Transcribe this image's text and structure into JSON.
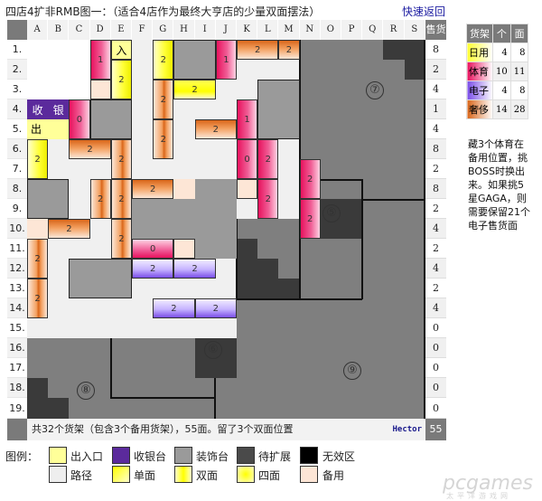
{
  "header": {
    "title": "四店4扩非RMB图一：（适合4店作为最终大亨店的少量双面摆法）",
    "back_link": "快速返回"
  },
  "grid": {
    "columns": [
      "A",
      "B",
      "C",
      "D",
      "E",
      "F",
      "G",
      "H",
      "I",
      "J",
      "K",
      "L",
      "M",
      "N",
      "O",
      "P",
      "Q",
      "R",
      "S"
    ],
    "sales_header": "售货",
    "rows": [
      "1.",
      "2.",
      "3.",
      "4.",
      "5.",
      "6.",
      "7.",
      "8.",
      "9.",
      "10.",
      "11.",
      "12.",
      "13.",
      "14.",
      "15.",
      "16.",
      "17.",
      "18.",
      "19."
    ],
    "row_sales": [
      "8",
      "2",
      "4",
      "1",
      "4",
      "8",
      "2",
      "8",
      "2",
      "4",
      "2",
      "4",
      "2",
      "4",
      "0",
      "0",
      "0",
      "0",
      "0"
    ],
    "labels": {
      "entrance": "入",
      "exit": "出",
      "cashier_1": "收",
      "cashier_2": "银"
    },
    "zones": {
      "z5": "⑤",
      "z6": "⑥",
      "z7": "⑦",
      "z8": "⑧",
      "z9": "⑨"
    },
    "shelves": [
      {
        "id": "s1",
        "type": "pink",
        "value": "1"
      },
      {
        "id": "s2",
        "type": "yellow",
        "value": "2"
      },
      {
        "id": "s3",
        "type": "yellow",
        "value": "2"
      },
      {
        "id": "s4",
        "type": "pink",
        "value": "1"
      },
      {
        "id": "s5",
        "type": "orange",
        "value": "2"
      },
      {
        "id": "s6",
        "type": "orange",
        "value": "2"
      },
      {
        "id": "s7",
        "type": "orange",
        "value": "2"
      },
      {
        "id": "s8",
        "type": "yellow",
        "value": "2"
      },
      {
        "id": "s9",
        "type": "pink",
        "value": "0"
      },
      {
        "id": "s10",
        "type": "orange",
        "value": "2"
      },
      {
        "id": "s11",
        "type": "orange",
        "value": "2"
      },
      {
        "id": "s12",
        "type": "pink",
        "value": "1"
      },
      {
        "id": "s13",
        "type": "yellow",
        "value": "2"
      },
      {
        "id": "s14",
        "type": "orange",
        "value": "2"
      },
      {
        "id": "s15",
        "type": "orange",
        "value": "2"
      },
      {
        "id": "s16",
        "type": "pink",
        "value": "0"
      },
      {
        "id": "s17",
        "type": "pink",
        "value": "2"
      },
      {
        "id": "s18",
        "type": "orange",
        "value": "2"
      },
      {
        "id": "s19",
        "type": "orange",
        "value": "2"
      },
      {
        "id": "s20",
        "type": "orange",
        "value": "2"
      },
      {
        "id": "s21",
        "type": "pink",
        "value": "2"
      },
      {
        "id": "s22",
        "type": "pink",
        "value": "2"
      },
      {
        "id": "s23",
        "type": "pink",
        "value": "2"
      },
      {
        "id": "s24",
        "type": "orange",
        "value": "2"
      },
      {
        "id": "s25",
        "type": "orange",
        "value": "2"
      },
      {
        "id": "s26",
        "type": "orange",
        "value": "2"
      },
      {
        "id": "s27",
        "type": "pink",
        "value": "0"
      },
      {
        "id": "s28",
        "type": "purple",
        "value": "2"
      },
      {
        "id": "s29",
        "type": "purple",
        "value": "2"
      },
      {
        "id": "s30",
        "type": "orange",
        "value": "2"
      },
      {
        "id": "s31",
        "type": "purple",
        "value": "2"
      },
      {
        "id": "s32",
        "type": "purple",
        "value": "2"
      }
    ],
    "footer_text": "共32个货架（包含3个备用货架），55面。留了3个双面位置",
    "author": "Hector",
    "total": "55"
  },
  "summary": {
    "headers": [
      "货架",
      "个",
      "面"
    ],
    "rows": [
      {
        "category": "日用",
        "count": "4",
        "faces": "8",
        "color": "#ffff33"
      },
      {
        "category": "体育",
        "count": "10",
        "faces": "11",
        "color": "#e8125e"
      },
      {
        "category": "电子",
        "count": "4",
        "faces": "8",
        "color": "#7a4ee8"
      },
      {
        "category": "奢侈",
        "count": "14",
        "faces": "28",
        "color": "#d9661a"
      }
    ]
  },
  "note": "藏3个体育在备用位置，挑BOSS时换出来。如果挑5星GAGA，则需要保留21个电子售货面",
  "legend": {
    "title": "图例：",
    "items": [
      {
        "label": "出入口"
      },
      {
        "label": "收银台"
      },
      {
        "label": "装饰台"
      },
      {
        "label": "待扩展"
      },
      {
        "label": "无效区"
      },
      {
        "label": "路径"
      },
      {
        "label": "单面"
      },
      {
        "label": "双面"
      },
      {
        "label": "四面"
      },
      {
        "label": "备用"
      }
    ]
  },
  "watermark": {
    "brand": "pcgames",
    "sub": "太平洋游戏网"
  }
}
